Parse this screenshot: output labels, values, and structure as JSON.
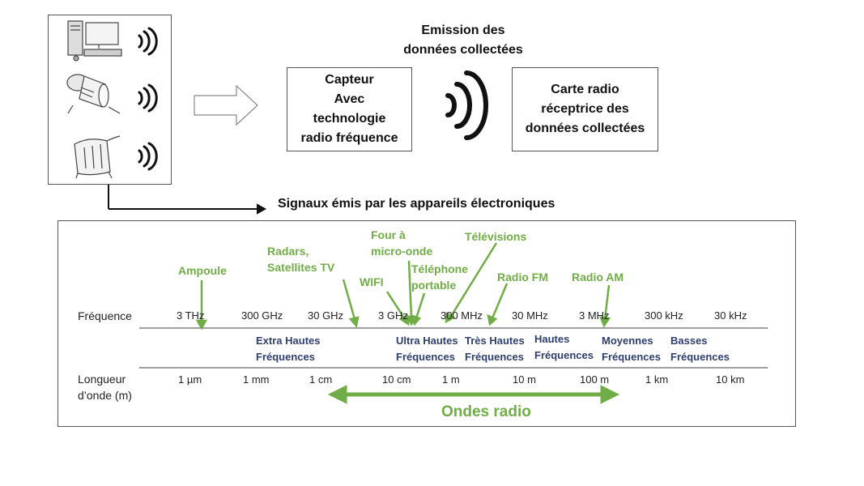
{
  "top": {
    "emission_title": [
      "Emission des",
      "données collectées"
    ],
    "sensor_box": [
      "Capteur",
      "Avec",
      "technologie",
      "radio fréquence"
    ],
    "receiver_box": [
      "Carte radio",
      "réceptrice des",
      "données collectées"
    ],
    "signals_caption": "Signaux émis par les appareils électroniques"
  },
  "devices": [
    {
      "name": "ordinateur",
      "icon": "computer-icon"
    },
    {
      "name": "ampoule",
      "icon": "lightbulb-icon"
    },
    {
      "name": "radiateur",
      "icon": "heater-icon"
    }
  ],
  "spectrum": {
    "row_labels": {
      "frequency": "Fréquence",
      "wavelength": [
        "Longueur",
        "d’onde  (m)"
      ]
    },
    "frequencies": [
      "3 THz",
      "300 GHz",
      "30 GHz",
      "3 GHz",
      "300 MHz",
      "30 MHz",
      "3 MHz",
      "300 kHz",
      "30 kHz"
    ],
    "wavelengths": [
      "1 µm",
      "1 mm",
      "1 cm",
      "10 cm",
      "1 m",
      "10 m",
      "100 m",
      "1 km",
      "10 km"
    ],
    "bands": [
      [
        "Extra Hautes",
        "Fréquences"
      ],
      [
        "Ultra Hautes",
        "Fréquences"
      ],
      [
        "Très Hautes",
        "Fréquences"
      ],
      [
        "Hautes",
        "Fréquences"
      ],
      [
        "Moyennes",
        "Fréquences"
      ],
      [
        "Basses",
        "Fréquences"
      ]
    ],
    "sources": {
      "ampoule": "Ampoule",
      "radars": [
        "Radars,",
        "Satellites TV"
      ],
      "wifi": "WIFI",
      "four": [
        "Four à",
        "micro-onde"
      ],
      "telephone": [
        "Téléphone",
        "portable"
      ],
      "televisions": "Télévisions",
      "radio_fm": "Radio FM",
      "radio_am": "Radio AM"
    },
    "radio_waves_label": "Ondes radio"
  },
  "colors": {
    "accent_green": "#70ad47",
    "band_navy": "#2e3f6e",
    "border": "#555555"
  }
}
